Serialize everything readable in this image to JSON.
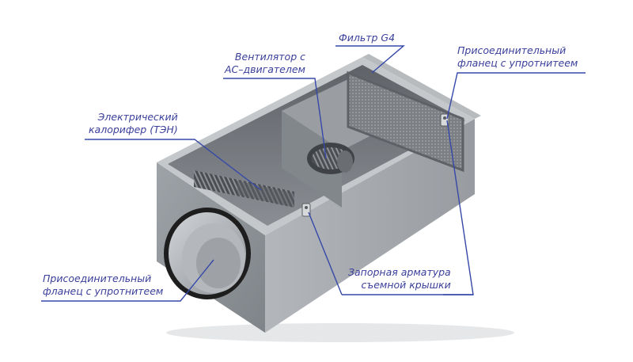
{
  "colors": {
    "label_text": "#3a3f9a",
    "leader_line": "#3548a8",
    "housing_front": "#8f9499",
    "housing_side": "#a7abb0",
    "housing_top_rim": "#c4c7ca",
    "interior": "#6f7479",
    "filter_mesh": "#85898d",
    "spigot_ring": "#1e1e1e",
    "spigot_inner": "#b9bdc1"
  },
  "labels": {
    "filter": {
      "lines": [
        "Фильтр G4"
      ]
    },
    "fan": {
      "lines": [
        "Вентилятор с",
        "AC–двигателем"
      ]
    },
    "heater": {
      "lines": [
        "Электрический",
        "калорифер (ТЭН)"
      ]
    },
    "flange_right": {
      "lines": [
        "Присоединительный",
        "фланец с упротнитеем"
      ]
    },
    "flange_left": {
      "lines": [
        "Присоединительный",
        "фланец с упротнитеем"
      ]
    },
    "latch": {
      "lines": [
        "Запорная арматура",
        "съемной крышки"
      ]
    }
  },
  "icons": {
    "housing": "ventilation-unit-illustration"
  }
}
